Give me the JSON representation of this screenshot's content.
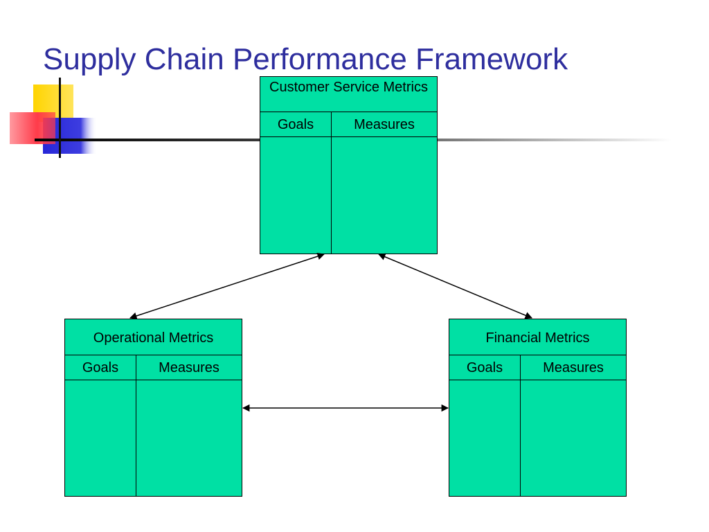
{
  "slide": {
    "title": "Supply Chain Performance Framework"
  },
  "boxes": {
    "customer": {
      "title": "Customer Service Metrics",
      "goals_label": "Goals",
      "measures_label": "Measures"
    },
    "operational": {
      "title": "Operational Metrics",
      "goals_label": "Goals",
      "measures_label": "Measures"
    },
    "financial": {
      "title": "Financial Metrics",
      "goals_label": "Goals",
      "measures_label": "Measures"
    }
  },
  "colors": {
    "title": "#2e2e9e",
    "box_fill": "#00e0a4",
    "deco_yellow": "#ffd700",
    "deco_red": "#ff4d5a",
    "deco_blue": "#2a2adc"
  }
}
